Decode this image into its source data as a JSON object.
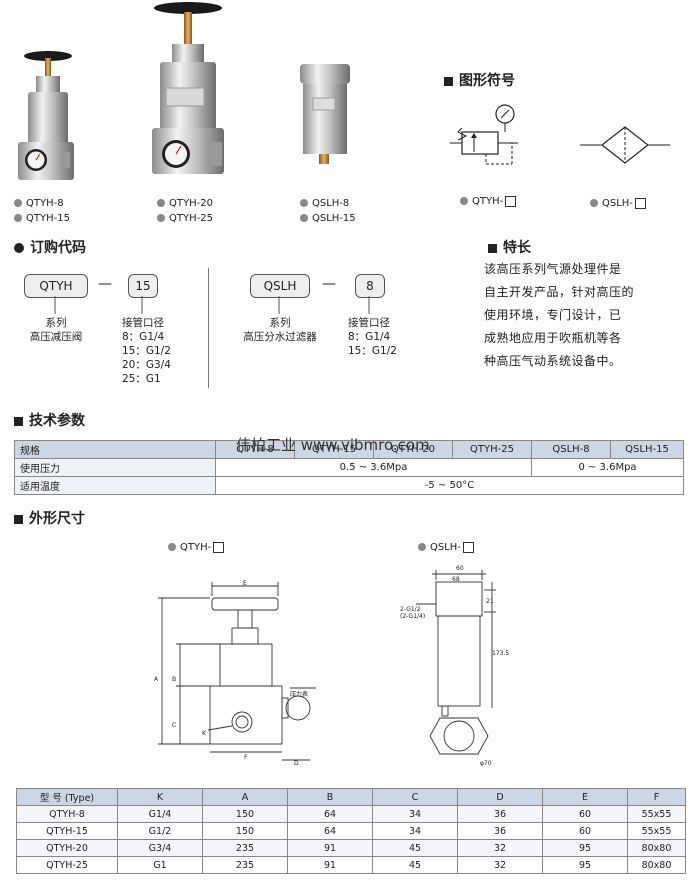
{
  "products": {
    "qtyh_small": [
      "QTYH-8",
      "QTYH-15"
    ],
    "qtyh_large": [
      "QTYH-20",
      "QTYH-25"
    ],
    "qslh": [
      "QSLH-8",
      "QSLH-15"
    ]
  },
  "symbols": {
    "title": "图形符号",
    "label_left": "QTYH-",
    "label_right": "QSLH-"
  },
  "order": {
    "title": "订购代码",
    "qtyh_code": "QTYH",
    "qtyh_size": "15",
    "qtyh_series_label": "系列",
    "qtyh_series_name": "高压减压阀",
    "qtyh_port_label": "接管口径",
    "qtyh_ports": [
      "8：G1/4",
      "15：G1/2",
      "20：G3/4",
      "25：G1"
    ],
    "qslh_code": "QSLH",
    "qslh_size": "8",
    "qslh_series_label": "系列",
    "qslh_series_name": "高压分水过滤器",
    "qslh_port_label": "接管口径",
    "qslh_ports": [
      "8：G1/4",
      "15：G1/2"
    ],
    "dash": "—"
  },
  "features": {
    "title": "特长",
    "lines": [
      "该高压系列气源处理件是",
      "自主开发产品，针对高压的",
      "使用环境，专门设计，已",
      "成熟地应用于吹瓶机等各",
      "种高压气动系统设备中。"
    ]
  },
  "tech": {
    "title": "技术参数",
    "header": [
      "规格",
      "QTYH-8",
      "QTYH-15",
      "QTYH-20",
      "QTYH-25",
      "QSLH-8",
      "QSLH-15"
    ],
    "row_pressure": {
      "label": "使用压力",
      "qtyh": "0.5 ~ 3.6Mpa",
      "qslh": "0 ~ 3.6Mpa"
    },
    "row_temp": {
      "label": "适用温度",
      "value": "-5 ~ 50°C"
    },
    "watermark": "伟柏工业 www.vibmro.com"
  },
  "dimensions": {
    "title": "外形尺寸",
    "drawing_left": "QTYH-",
    "drawing_right": "QSLH-",
    "labels_left": [
      "E",
      "A",
      "B",
      "C",
      "K",
      "F",
      "D",
      "压力表"
    ],
    "labels_right": [
      "60",
      "68",
      "21",
      "2-G1/2",
      "(2-G1/4)",
      "173.5",
      "φ70"
    ],
    "header": [
      "型 号 (Type)",
      "K",
      "A",
      "B",
      "C",
      "D",
      "E",
      "F"
    ],
    "rows": [
      [
        "QTYH-8",
        "G1/4",
        "150",
        "64",
        "34",
        "36",
        "60",
        "55x55"
      ],
      [
        "QTYH-15",
        "G1/2",
        "150",
        "64",
        "34",
        "36",
        "60",
        "55x55"
      ],
      [
        "QTYH-20",
        "G3/4",
        "235",
        "91",
        "45",
        "32",
        "95",
        "80x80"
      ],
      [
        "QTYH-25",
        "G1",
        "235",
        "91",
        "45",
        "32",
        "95",
        "80x80"
      ]
    ]
  }
}
